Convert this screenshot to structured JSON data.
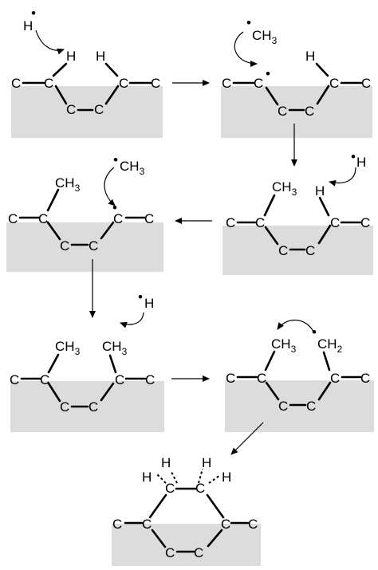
{
  "labels": {
    "carbon": "C",
    "hydrogen": "H",
    "methyl": "CH",
    "methylene": "CH",
    "sub3": "3",
    "sub2": "2",
    "radical": "•"
  }
}
